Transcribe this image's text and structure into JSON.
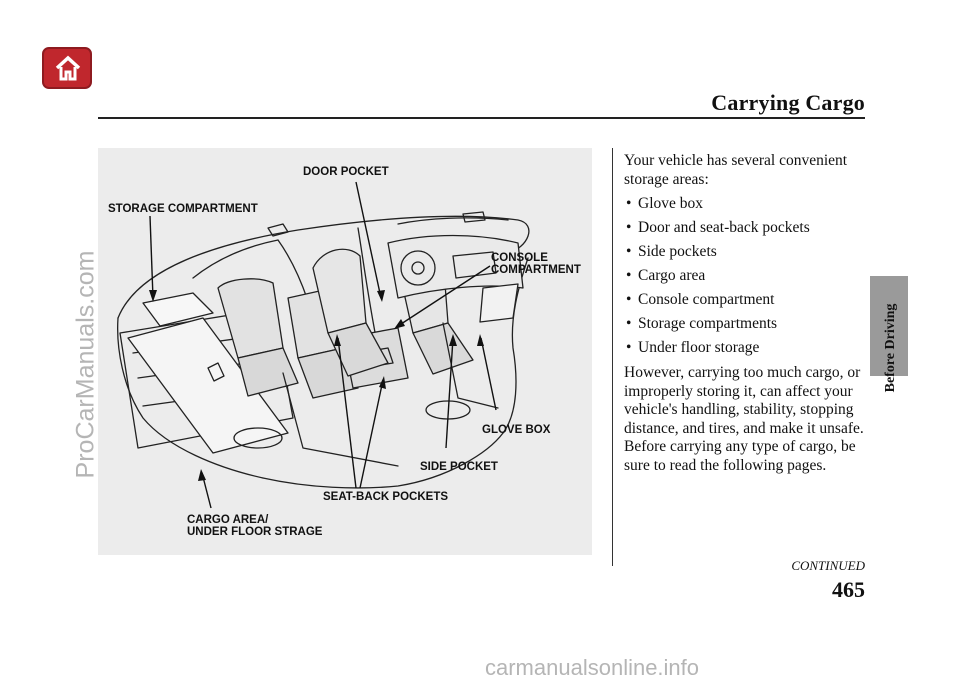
{
  "header": {
    "section_title": "Carrying Cargo",
    "home_icon": "home-icon"
  },
  "side_tab": {
    "label": "Before Driving"
  },
  "figure": {
    "callouts": {
      "door_pocket": "DOOR POCKET",
      "storage_compartment": "STORAGE COMPARTMENT",
      "console_compartment": [
        "CONSOLE",
        "COMPARTMENT"
      ],
      "glove_box": "GLOVE BOX",
      "side_pocket": "SIDE POCKET",
      "seat_back_pockets": "SEAT-BACK POCKETS",
      "cargo_area": [
        "CARGO AREA/",
        "UNDER FLOOR STRAGE"
      ]
    }
  },
  "body": {
    "intro": "Your vehicle has several convenient storage areas:",
    "bullets": [
      "Glove box",
      "Door and seat-back pockets",
      "Side pockets",
      "Cargo area",
      "Console compartment",
      "Storage compartments",
      "Under floor storage"
    ],
    "paragraph": "However, carrying too much cargo, or improperly storing it, can affect your vehicle's handling, stability, stopping distance, and tires, and make it unsafe. Before carrying any type of cargo, be sure to read the following pages."
  },
  "footer": {
    "continued": "CONTINUED",
    "page_number": "465"
  },
  "watermarks": {
    "left": "ProCarManuals.com",
    "bottom": "carmanualsonline.info"
  },
  "colors": {
    "home_red": "#c0272d",
    "tab_gray": "#9a9a9a",
    "figure_bg": "#ececec"
  }
}
